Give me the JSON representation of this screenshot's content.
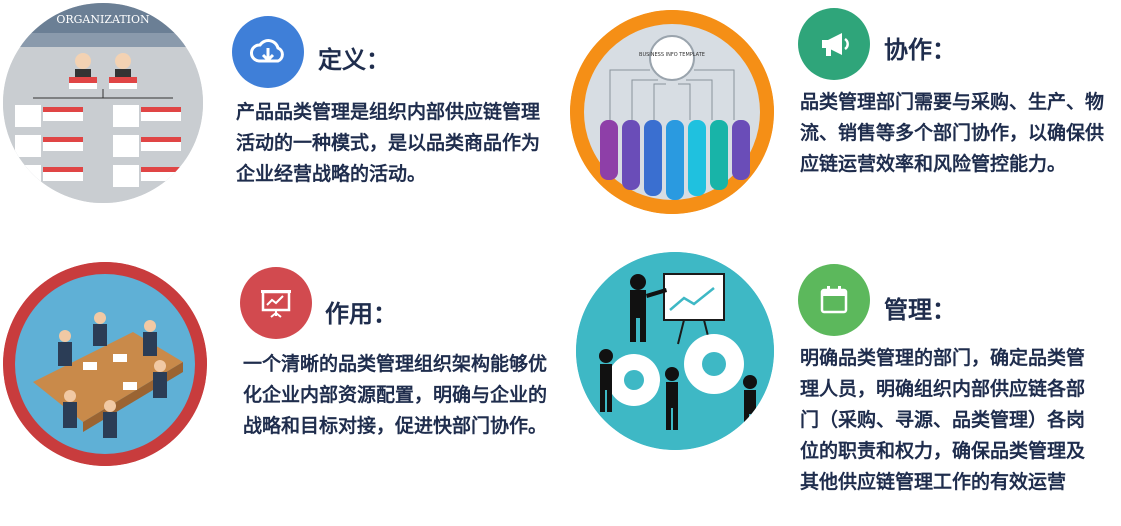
{
  "items": [
    {
      "icon": "cloud-download-icon",
      "heading": "定义：",
      "text": "产品品类管理是组织内部供应链管理活动的一种模式，是以品类商品作为企业经营战略的活动。",
      "image_label": "ORGANIZATION",
      "accent": "#3f7fd8"
    },
    {
      "icon": "megaphone-icon",
      "heading": "协作：",
      "text": "品类管理部门需要与采购、生产、物流、销售等多个部门协作，以确保供应链运营效率和风险管控能力。",
      "image_label": "BUSINESS INFO TEMPLATE",
      "accent": "#2fa57a"
    },
    {
      "icon": "presentation-chart-icon",
      "heading": "作用：",
      "text": "一个清晰的品类管理组织架构能够优化企业内部资源配置，明确与企业的战略和目标对接，促进快部门协作。",
      "accent": "#d24a4f"
    },
    {
      "icon": "calendar-icon",
      "heading": "管理：",
      "text": "明确品类管理的部门，确定品类管理人员，明确组织内部供应链各部门（采购、寻源、品类管理）各岗位的职责和权力，确保品类管理及其他供应链管理工作的有效运营",
      "accent": "#5cb85c"
    }
  ]
}
